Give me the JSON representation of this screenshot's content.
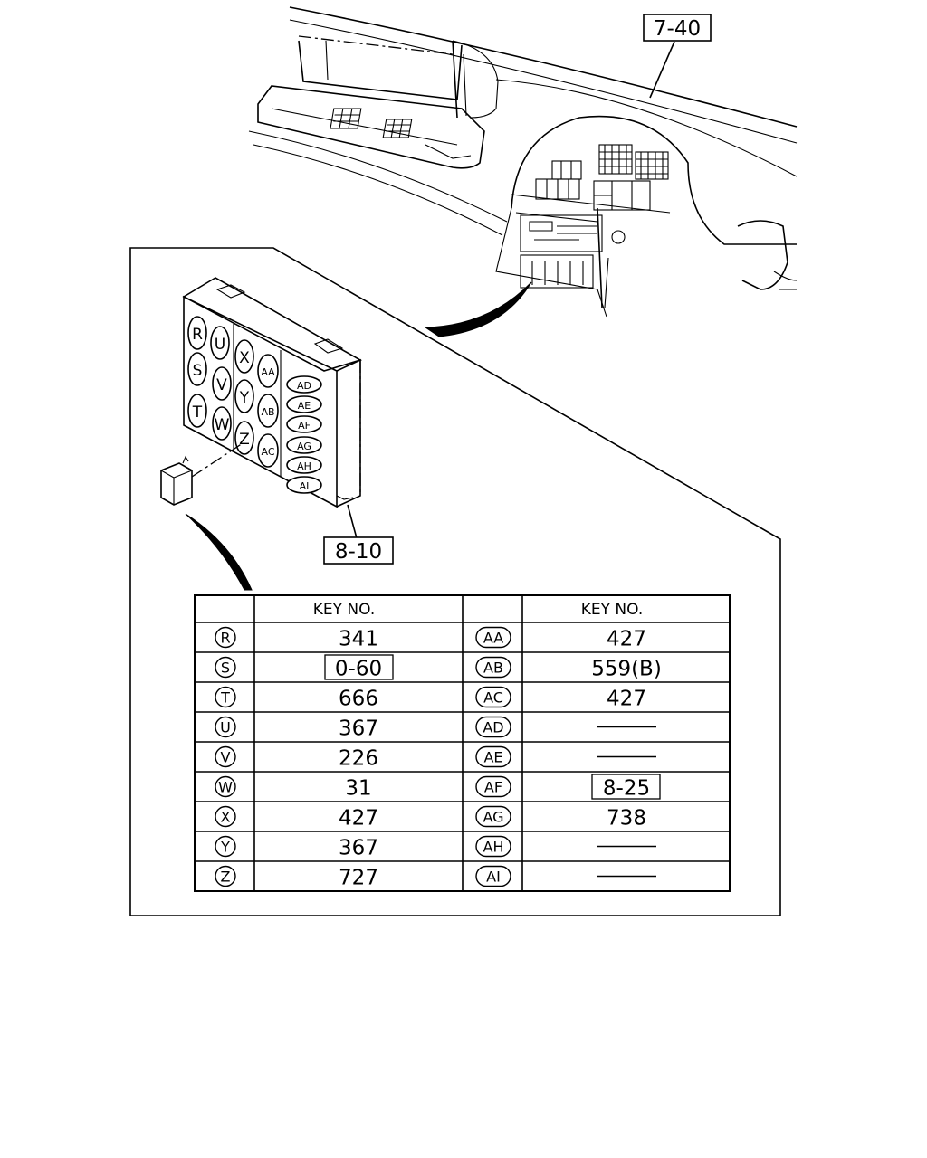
{
  "callouts": {
    "top_ref": "7-40",
    "fuse_box_ref": "8-10"
  },
  "fuse_box_slots": [
    "R",
    "U",
    "X",
    "AA",
    "S",
    "V",
    "Y",
    "T",
    "W",
    "AB",
    "Z",
    "AC",
    "AD",
    "AE",
    "AF",
    "AG",
    "AH",
    "AI"
  ],
  "table": {
    "header_left": "KEY NO.",
    "header_right": "KEY NO.",
    "rows": [
      {
        "left_key": "R",
        "left_value": "341",
        "right_key": "AA",
        "right_value": "427"
      },
      {
        "left_key": "S",
        "left_value": "0-60",
        "right_key": "AB",
        "right_value": "559(B)"
      },
      {
        "left_key": "T",
        "left_value": "666",
        "right_key": "AC",
        "right_value": "427"
      },
      {
        "left_key": "U",
        "left_value": "367",
        "right_key": "AD",
        "right_value": ""
      },
      {
        "left_key": "V",
        "left_value": "226",
        "right_key": "AE",
        "right_value": ""
      },
      {
        "left_key": "W",
        "left_value": "31",
        "right_key": "AF",
        "right_value": "8-25"
      },
      {
        "left_key": "X",
        "left_value": "427",
        "right_key": "AG",
        "right_value": "738"
      },
      {
        "left_key": "Y",
        "left_value": "367",
        "right_key": "AH",
        "right_value": ""
      },
      {
        "left_key": "Z",
        "left_value": "727",
        "right_key": "AI",
        "right_value": ""
      }
    ]
  }
}
